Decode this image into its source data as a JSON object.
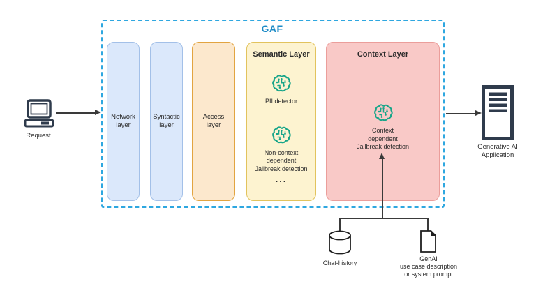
{
  "colors": {
    "boundary_blue": "#2ea7e0",
    "title_blue": "#1b8ac6",
    "brain_teal": "#17a589",
    "hardware_navy": "#2f3b4c",
    "line_dark": "#3a3a3a"
  },
  "request": {
    "icon": "computer-icon",
    "label": "Request"
  },
  "firewall": {
    "title": "GAF",
    "layers": [
      {
        "name": "network",
        "label": "Network\nlayer",
        "fill": "#dbe8fb",
        "border": "#a3c0e8"
      },
      {
        "name": "syntactic",
        "label": "Syntactic\nlayer",
        "fill": "#dbe8fb",
        "border": "#a3c0e8"
      },
      {
        "name": "access",
        "label": "Access\nlayer",
        "fill": "#fce8cd",
        "border": "#e2a440"
      },
      {
        "name": "semantic",
        "title": "Semantic Layer",
        "fill": "#fdf3d0",
        "border": "#e2c35d",
        "detectors": [
          {
            "icon": "brain-circuit-icon",
            "label": "PII detector"
          },
          {
            "icon": "brain-circuit-icon",
            "label": "Non-context\ndependent\nJailbreak detection"
          }
        ],
        "more": "..."
      },
      {
        "name": "context",
        "title": "Context Layer",
        "fill": "#f9c9c7",
        "border": "#eb9e9b",
        "detectors": [
          {
            "icon": "brain-circuit-icon",
            "label": "Context\ndependent\nJailbreak detection"
          }
        ]
      }
    ]
  },
  "application": {
    "icon": "server-icon",
    "label": "Generative AI\nApplication"
  },
  "context_sources": [
    {
      "icon": "database-cylinder-icon",
      "label": "Chat-history"
    },
    {
      "icon": "document-icon",
      "label": "GenAI\nuse case description\nor system prompt"
    }
  ]
}
